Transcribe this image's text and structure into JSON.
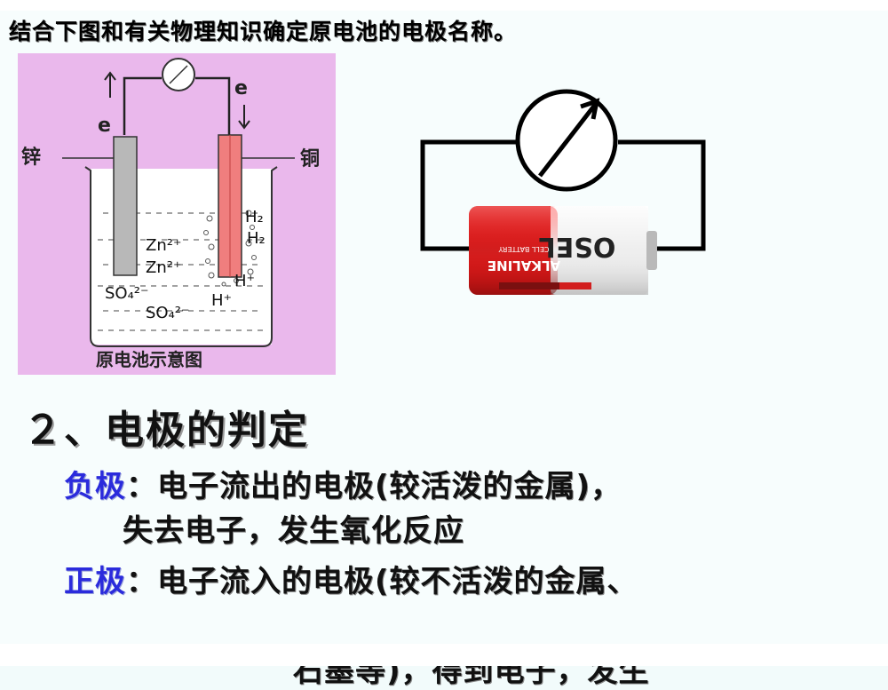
{
  "slide": {
    "intro_text": "结合下图和有关物理知识确定原电池的电极名称。",
    "figure1": {
      "caption": "原电池示意图",
      "label_zinc": "锌",
      "label_copper": "铜",
      "electron": "e",
      "ions": {
        "zn1": "Zn²⁺",
        "zn2": "Zn²⁺",
        "h2_1": "H₂",
        "h2_2": "H₂",
        "hplus1": "H⁺",
        "hplus2": "H⁺",
        "so4_1": "SO₄²⁻",
        "so4_2": "SO₄²⁻"
      }
    },
    "figure2": {
      "battery_brand": "OSEL",
      "battery_type": "ALKALINE",
      "battery_subtext": "CELL BATTERY"
    },
    "heading": "２、电极的判定",
    "negative": {
      "term": "负极",
      "desc": "：电子流出的电极(较活泼的金属)，",
      "desc2": "失去电子，发生氧化反应"
    },
    "positive": {
      "term": "正极",
      "desc": "：电子流入的电极(较不活泼的金属、",
      "desc2": "石墨等)，得到电子，发生"
    }
  }
}
